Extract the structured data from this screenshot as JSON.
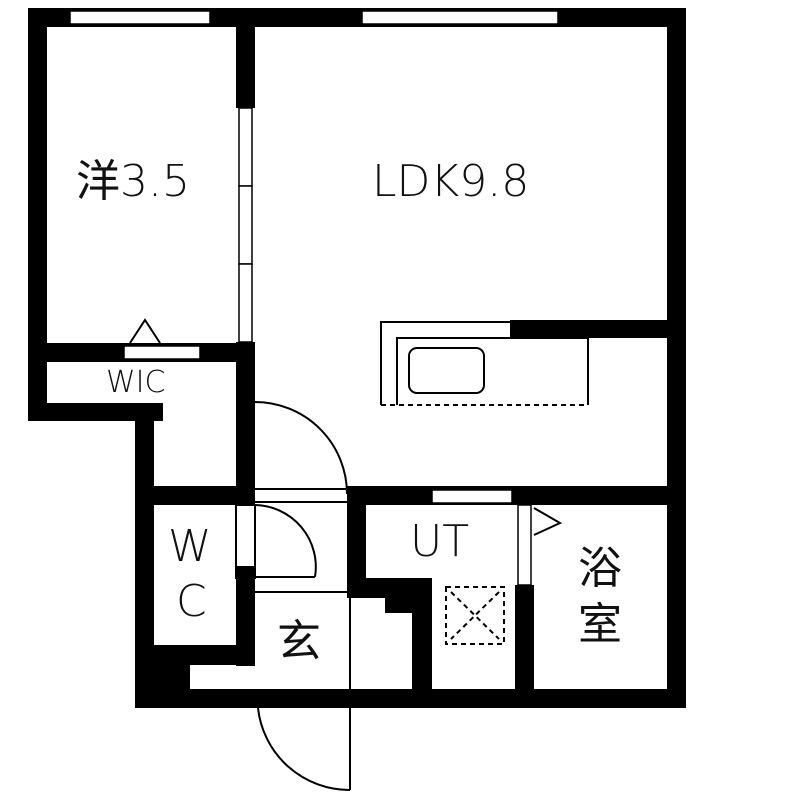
{
  "floor_plan": {
    "type": "apartment floor plan",
    "layout": "1LDK",
    "rooms": [
      {
        "id": "western_room",
        "label": "洋3.5",
        "kind": "Western-style bedroom",
        "size_jo": 3.5
      },
      {
        "id": "ldk",
        "label": "LDK9.8",
        "kind": "Living/Dining/Kitchen",
        "size_jo": 9.8
      },
      {
        "id": "wic",
        "label": "WIC",
        "kind": "Walk-in closet"
      },
      {
        "id": "wc",
        "label_line1": "W",
        "label_line2": "C",
        "kind": "Toilet"
      },
      {
        "id": "entrance",
        "label": "玄",
        "kind": "Entrance (genkan)"
      },
      {
        "id": "ut",
        "label": "UT",
        "kind": "Utility / washroom"
      },
      {
        "id": "bath",
        "label_line1": "浴",
        "label_line2": "室",
        "kind": "Bathroom"
      }
    ],
    "fixtures": [
      {
        "id": "kitchen_counter",
        "kind": "kitchen sink counter"
      },
      {
        "id": "washer_pan",
        "kind": "washing machine pan (dashed box with X)"
      }
    ],
    "colors": {
      "wall": "#000000",
      "background": "#ffffff",
      "text": "#111111"
    }
  }
}
